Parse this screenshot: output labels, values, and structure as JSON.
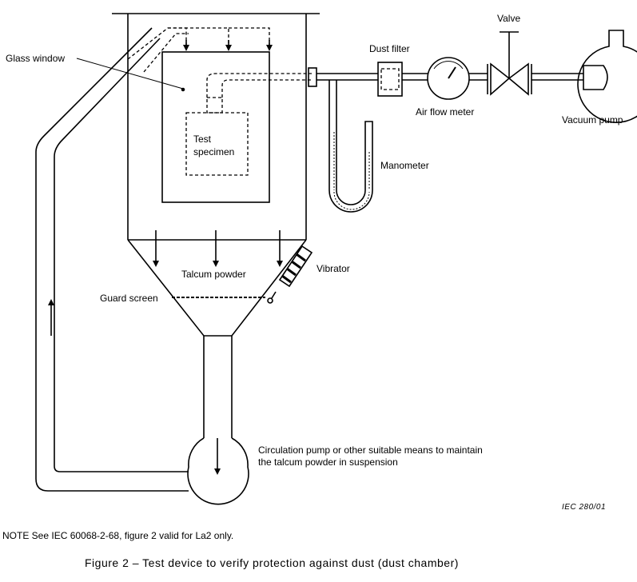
{
  "labels": {
    "glass_window": "Glass window",
    "test_specimen_line1": "Test",
    "test_specimen_line2": "specimen",
    "dust_filter": "Dust filter",
    "valve": "Valve",
    "air_flow_meter": "Air flow meter",
    "vacuum_pump": "Vacuum pump",
    "manometer": "Manometer",
    "talcum_powder": "Talcum powder",
    "vibrator": "Vibrator",
    "guard_screen": "Guard screen",
    "circulation_line1": "Circulation pump or other suitable means to maintain",
    "circulation_line2": "the talcum powder in suspension"
  },
  "reference": "IEC   280/01",
  "note": "NOTE   See IEC 60068-2-68, figure 2 valid for La2 only.",
  "caption": "Figure 2 – Test device to verify protection against dust (dust chamber)"
}
